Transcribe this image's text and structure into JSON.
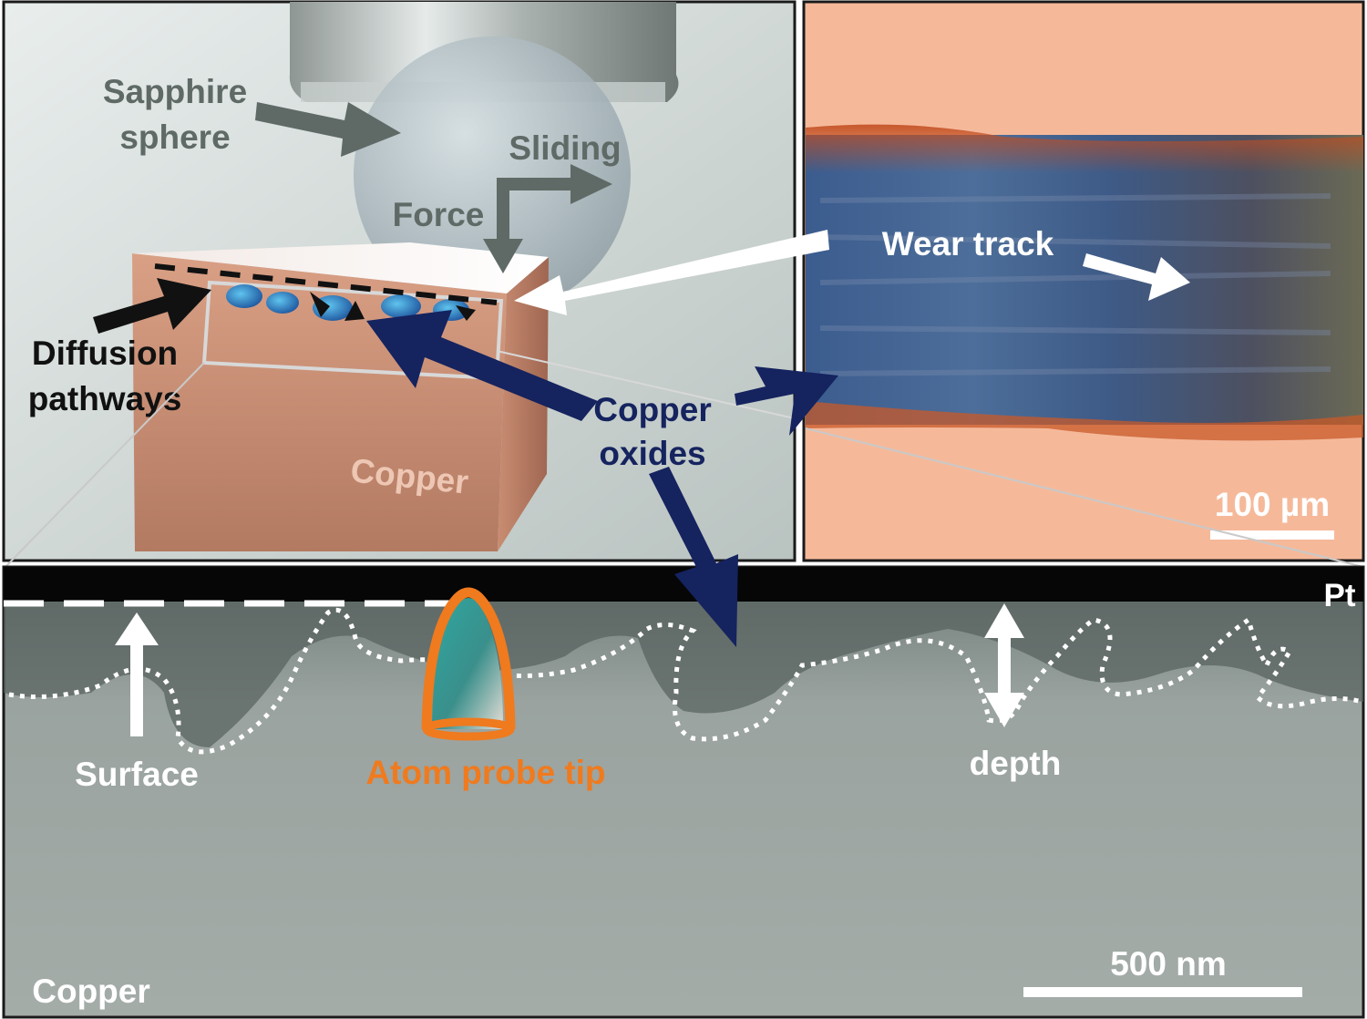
{
  "panel_a": {
    "labels": {
      "sapphire_line1": "Sapphire",
      "sapphire_line2": "sphere",
      "sliding": "Sliding",
      "force": "Force",
      "diffusion_line1": "Diffusion",
      "diffusion_line2": "pathways",
      "copper_block": "Copper"
    }
  },
  "panel_b": {
    "labels": {
      "wear_track": "Wear track",
      "scale_bar": "100 µm"
    }
  },
  "shared": {
    "copper_oxides_line1": "Copper",
    "copper_oxides_line2": "oxides"
  },
  "panel_c": {
    "labels": {
      "pt": "Pt",
      "surface": "Surface",
      "atom_probe_tip": "Atom probe tip",
      "depth": "depth",
      "scale_bar": "500 nm",
      "copper": "Copper"
    }
  },
  "colors": {
    "navy_arrow": "#15235f",
    "gray_arrow": "#5f6a66",
    "orange_label": "#f07a1e",
    "copper_block": "#d2977c"
  }
}
